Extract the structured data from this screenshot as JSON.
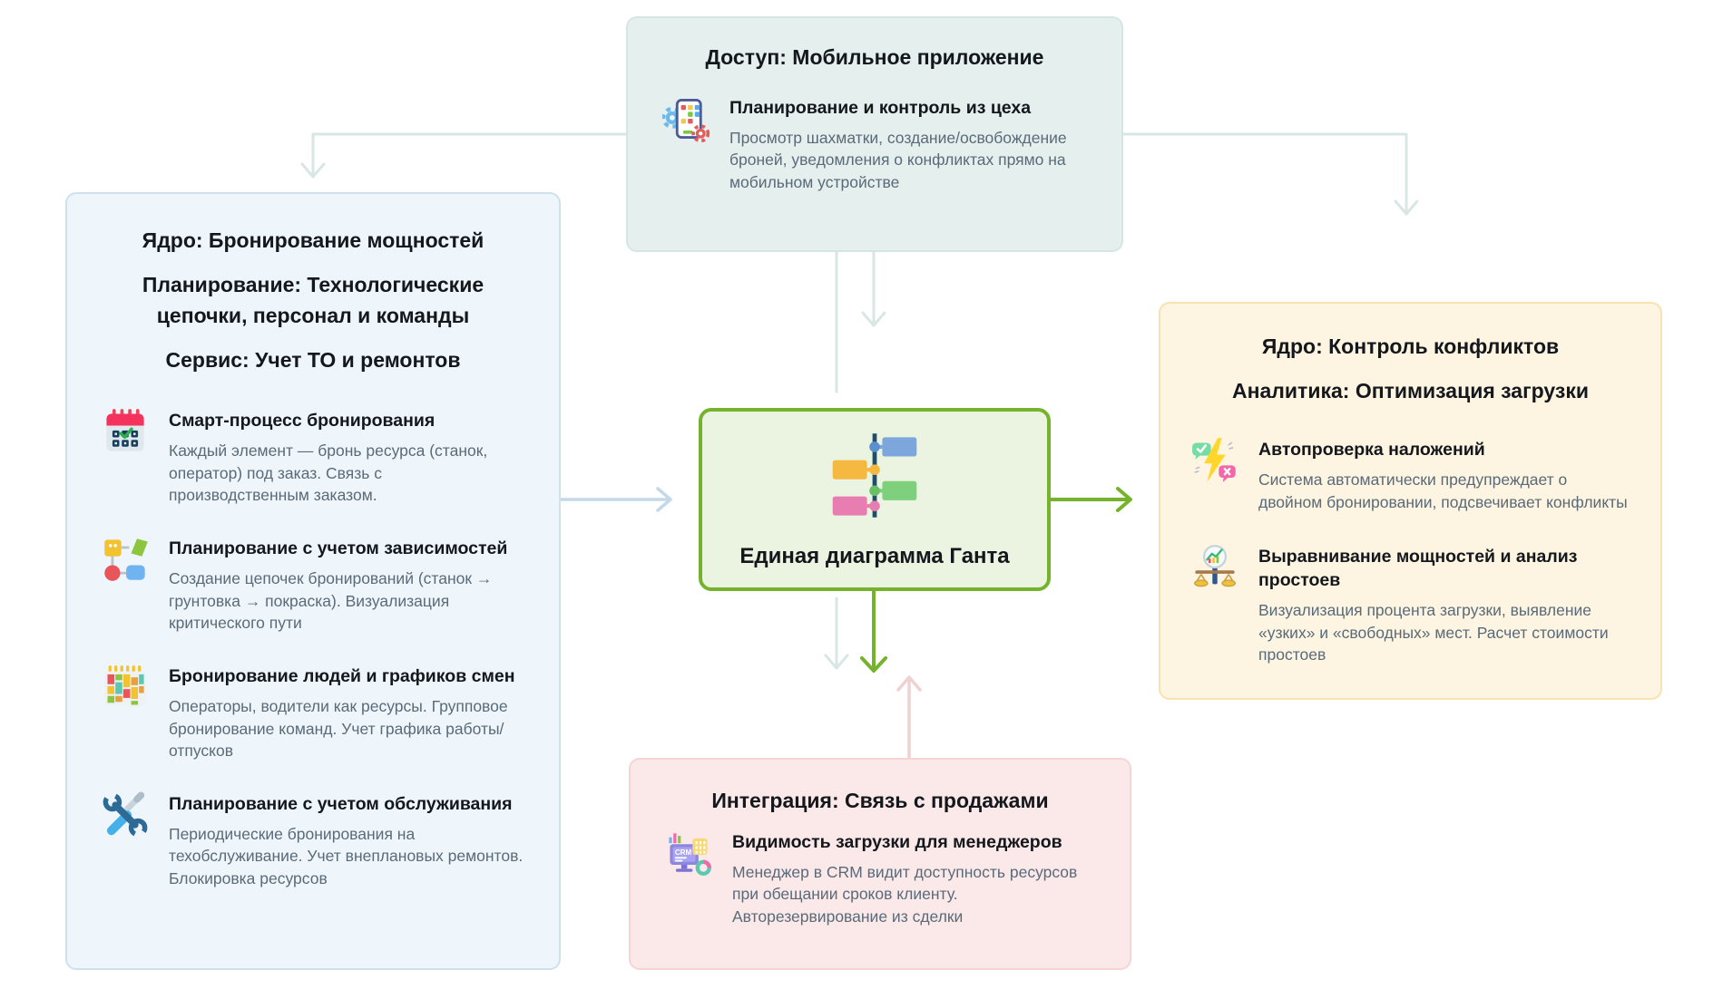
{
  "boxes": {
    "top": {
      "title": "Доступ: Мобильное приложение",
      "items": [
        {
          "icon": "mobile-app-icon",
          "title": "Планирование и контроль из цеха",
          "desc": "Просмотр шахматки, создание/освобождение броней, уведомления о конфликтах прямо на мобильном устройстве"
        }
      ]
    },
    "left": {
      "titles": [
        "Ядро: Бронирование мощностей",
        "Планирование: Технологические цепочки, персонал и команды",
        "Сервис: Учет ТО и ремонтов"
      ],
      "items": [
        {
          "icon": "calendar-check-icon",
          "title": "Смарт-процесс бронирования",
          "desc": "Каждый элемент — бронь ресурса (станок, оператор) под заказ. Связь с производственным заказом."
        },
        {
          "icon": "dependency-flow-icon",
          "title": "Планирование с учетом зависимостей",
          "desc": "Создание цепочек бронирований (станок → грунтовка → покраска). Визуализация критического пути"
        },
        {
          "icon": "shift-calendar-icon",
          "title": "Бронирование людей и графиков смен",
          "desc": "Операторы, водители как ресурсы. Групповое бронирование команд. Учет графика работы/отпусков"
        },
        {
          "icon": "maintenance-tools-icon",
          "title": "Планирование с учетом обслуживания",
          "desc": "Периодические бронирования на техобслуживание. Учет внеплановых ремонтов. Блокировка ресурсов"
        }
      ]
    },
    "center": {
      "icon": "gantt-chart-icon",
      "title": "Единая диаграмма Ганта"
    },
    "right": {
      "titles": [
        "Ядро: Контроль конфликтов",
        "Аналитика: Оптимизация загрузки"
      ],
      "items": [
        {
          "icon": "conflict-alert-icon",
          "title": "Автопроверка наложений",
          "desc": "Система автоматически предупреждает о двойном бронировании, подсвечивает конфликты"
        },
        {
          "icon": "capacity-scales-icon",
          "title": "Выравнивание мощностей и анализ простоев",
          "desc": "Визуализация процента загрузки, выявление «узких» и «свободных» мест. Расчет стоимости простоев"
        }
      ]
    },
    "bottom": {
      "title": "Интеграция: Связь с продажами",
      "items": [
        {
          "icon": "crm-monitor-icon",
          "icon_label": "CRM",
          "title": "Видимость загрузки для менеджеров",
          "desc": "Менеджер в CRM видит доступность ресурсов при обещании сроков клиенту. Авторезервирование из сделки"
        }
      ]
    }
  },
  "colors": {
    "top_bg": "#e4efee",
    "left_bg": "#eef6fb",
    "center_bg": "#eaf4e1",
    "center_border": "#76b32d",
    "right_bg": "#fdf5e1",
    "bottom_bg": "#fbe9e9",
    "heading": "#14171c",
    "description": "#5a6a79",
    "arrow_teal": "#d8e6e4",
    "arrow_blue": "#c3d8e8",
    "arrow_green": "#76b32d",
    "arrow_pink": "#eed2d2"
  }
}
